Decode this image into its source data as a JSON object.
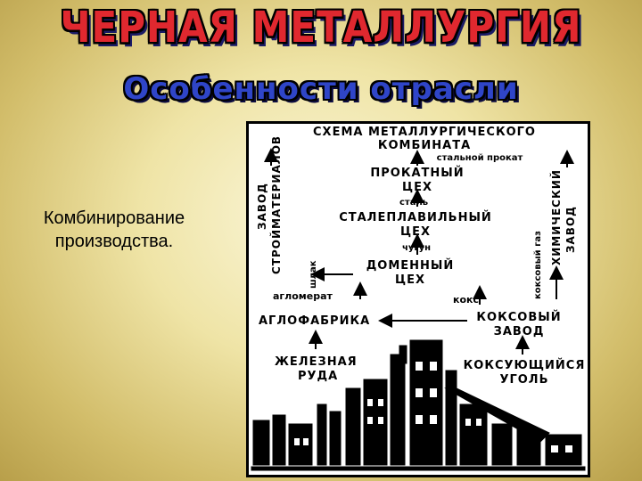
{
  "title": "ЧЕРНАЯ МЕТАЛЛУРГИЯ",
  "subtitle": "Особенности отрасли",
  "left_text_line1": "Комбинирование",
  "left_text_line2": "производства.",
  "diagram": {
    "header_line1": "СХЕМА МЕТАЛЛУРГИЧЕСКОГО",
    "header_line2": "КОМБИНАТА",
    "steel_product": "стальной прокат",
    "rolling_line1": "ПРОКАТНЫЙ",
    "rolling_line2": "ЦЕХ",
    "steel": "сталь",
    "steelmaking_line1": "СТАЛЕПЛАВИЛЬНЫЙ",
    "steelmaking_line2": "ЦЕХ",
    "pig_iron": "чугун",
    "blast_line1": "ДОМЕННЫЙ",
    "blast_line2": "ЦЕХ",
    "agglomerate": "агломерат",
    "coke": "кокс",
    "sinter_plant": "АГЛОФАБРИКА",
    "coke_plant_line1": "КОКСОВЫЙ",
    "coke_plant_line2": "ЗАВОД",
    "iron_ore_line1": "ЖЕЛЕЗНАЯ",
    "iron_ore_line2": "РУДА",
    "coking_coal_line1": "КОКСУЮЩИЙСЯ",
    "coking_coal_line2": "УГОЛЬ",
    "building_line1": "ЗАВОД",
    "building_line2": "СТРОЙМАТЕРИАЛОВ",
    "slag": "шлак",
    "coke_gas": "коксовый газ",
    "chemical_line1": "ХИМИЧЕСКИЙ",
    "chemical_line2": "ЗАВОД"
  }
}
